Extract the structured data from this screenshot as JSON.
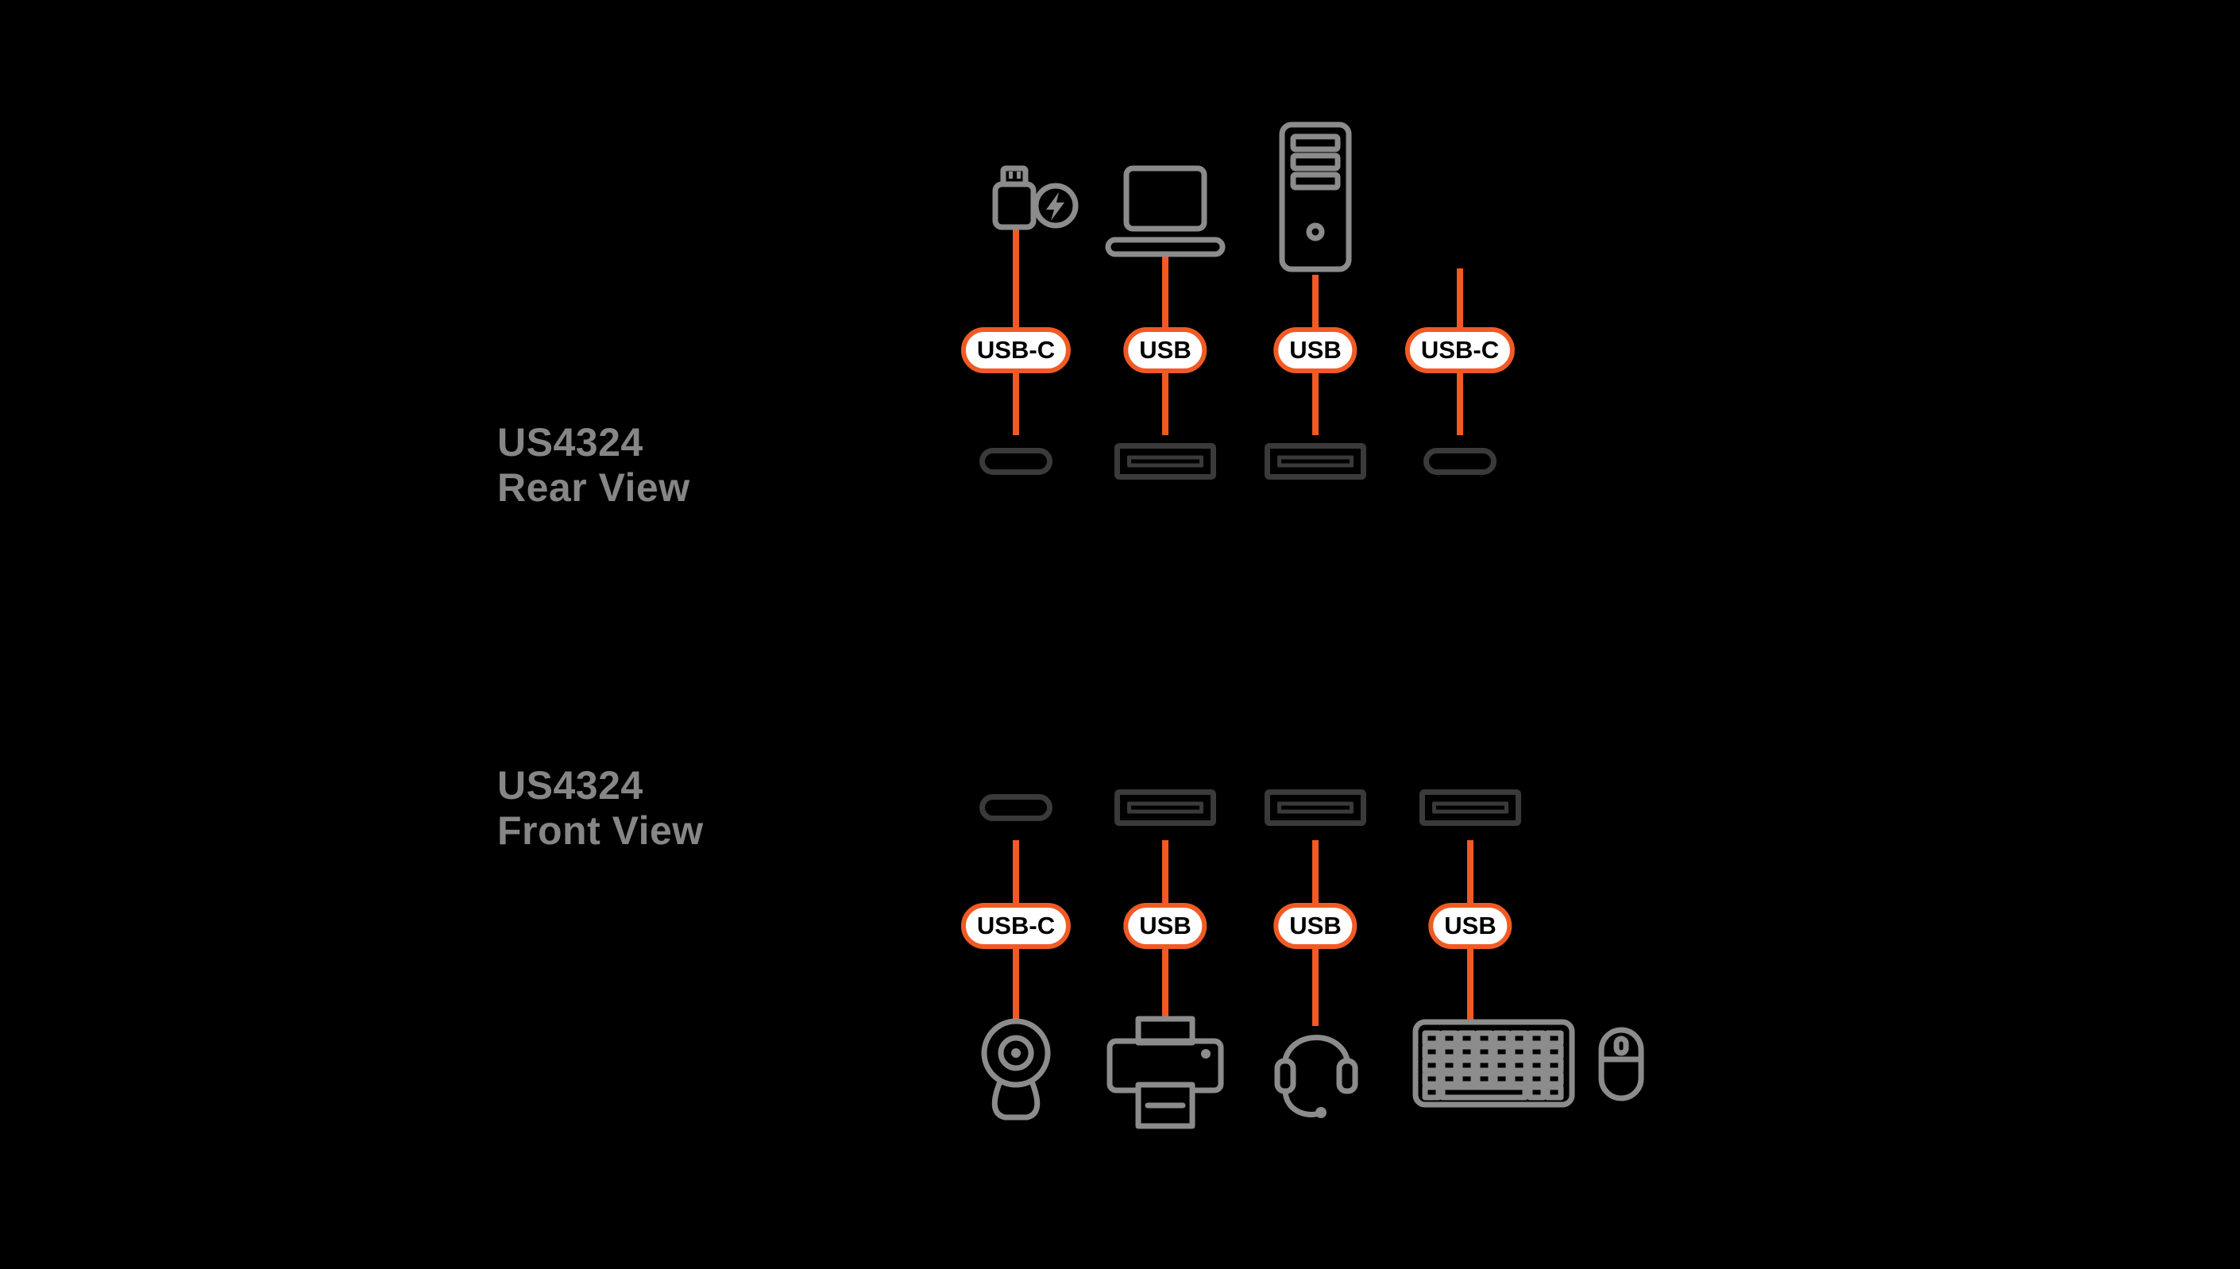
{
  "diagram": {
    "rear": {
      "title": {
        "line1": "US4324",
        "line2": "Rear View"
      },
      "connections": [
        {
          "device": "power-adapter",
          "cable_label": "USB-C",
          "port_type": "usb-c"
        },
        {
          "device": "laptop",
          "cable_label": "USB",
          "port_type": "usb-a"
        },
        {
          "device": "desktop-computer",
          "cable_label": "USB",
          "port_type": "usb-a"
        },
        {
          "device": "none",
          "cable_label": "USB-C",
          "port_type": "usb-c"
        }
      ]
    },
    "front": {
      "title": {
        "line1": "US4324",
        "line2": "Front View"
      },
      "connections": [
        {
          "device": "webcam",
          "cable_label": "USB-C",
          "port_type": "usb-c"
        },
        {
          "device": "printer",
          "cable_label": "USB",
          "port_type": "usb-a"
        },
        {
          "device": "headset",
          "cable_label": "USB",
          "port_type": "usb-a"
        },
        {
          "device": "keyboard-and-mouse",
          "cable_label": "USB",
          "port_type": "usb-a"
        }
      ]
    },
    "colors": {
      "background": "#000000",
      "cable_orange": "#F15A24",
      "device_icon_gray": "#8C8C8C",
      "port_outline_gray": "#3A3A3A",
      "title_gray": "#868686",
      "label_bg": "#FFFFFF",
      "label_text": "#000000"
    }
  }
}
